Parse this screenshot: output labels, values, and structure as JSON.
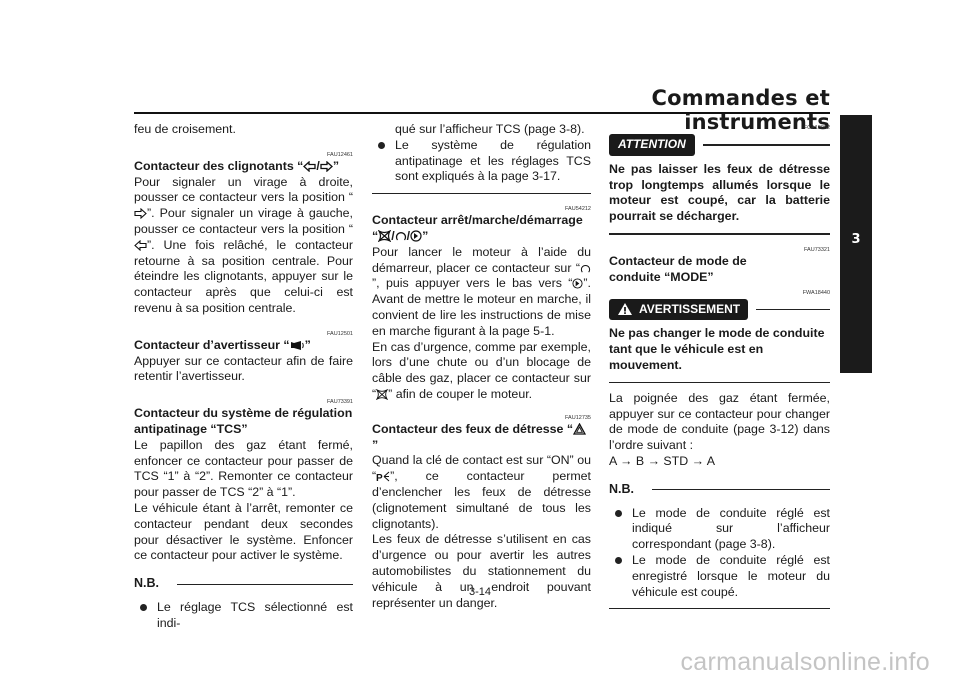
{
  "header": {
    "title": "Commandes et instruments",
    "chapter_tab": "3"
  },
  "col1": {
    "intro": "feu de croisement.",
    "s1": {
      "code": "FAU12461",
      "title_pre": "Contacteur des clignotants “",
      "title_post": "”",
      "body_a": "Pour signaler un virage à droite, pousser ce contacteur vers la position “",
      "body_b": "”. Pour signaler un virage à gauche, pousser ce contacteur vers la position “",
      "body_c": "”. Une fois relâché, le contacteur retourne à sa position centrale. Pour éteindre les clignotants, appuyer sur le contacteur après que celui-ci est revenu à sa position centrale."
    },
    "s2": {
      "code": "FAU12501",
      "title_pre": "Contacteur d’avertisseur “",
      "title_post": "”",
      "body": "Appuyer sur ce contacteur afin de faire retentir l’avertisseur."
    },
    "s3": {
      "code": "FAU73391",
      "title": "Contacteur du système de régulation antipatinage “TCS”",
      "body1": "Le papillon des gaz étant fermé, enfoncer ce contacteur pour passer de TCS “1” à “2”. Remonter ce contacteur pour passer de TCS “2” à “1”.",
      "body2": "Le véhicule étant à l’arrêt, remonter ce contacteur pendant deux secondes pour désactiver le système. Enfoncer ce contacteur pour activer le système."
    },
    "nb_label": "N.B.",
    "nb_item1": "Le réglage TCS sélectionné est indi-"
  },
  "col2": {
    "cont1": "qué sur l’afficheur TCS (page 3-8).",
    "bullet2": "Le système de régulation antipatinage et les réglages TCS sont expliqués à la page 3-17.",
    "s4": {
      "code": "FAU54212",
      "title": "Contacteur arrêt/marche/démarrage",
      "body_a": "Pour lancer le moteur à l’aide du démarreur, placer ce contacteur sur “",
      "body_b": "”, puis appuyer vers le bas vers “",
      "body_c": "”. Avant de mettre le moteur en marche, il convient de lire les instructions de mise en marche figurant à la page 5-1.",
      "body2_a": "En cas d’urgence, comme par exemple, lors d’une chute ou d’un blocage de câble des gaz, placer ce contacteur sur “",
      "body2_b": "” afin de couper le moteur."
    },
    "s5": {
      "code": "FAU12735",
      "title_pre": "Contacteur des feux de détresse “",
      "title_post": "”",
      "body_a": "Quand la clé de contact est sur “ON” ou “",
      "body_b": "”, ce contacteur permet d’enclencher les feux de détresse (clignotement simultané de tous les clignotants).",
      "body2": "Les feux de détresse s’utilisent en cas d’urgence ou pour avertir les autres automobilistes du stationnement du véhicule à un endroit pouvant représenter un danger."
    }
  },
  "col3": {
    "att_code": "FCA10062",
    "att_label": "ATTENTION",
    "att_text": "Ne pas laisser les feux de détresse trop longtemps allumés lorsque le moteur est coupé, car la batterie pourrait se décharger.",
    "s6": {
      "code": "FAU73321",
      "title": "Contacteur de mode de conduite “MODE”"
    },
    "warn_code": "FWA18440",
    "warn_label": "AVERTISSEMENT",
    "warn_text": "Ne pas changer le mode de conduite tant que le véhicule est en mouvement.",
    "body": "La poignée des gaz étant fermée, appuyer sur ce contacteur pour changer de mode de conduite (page 3-12) dans l’ordre suivant :",
    "sequence": "A → B → STD → A",
    "nb_label": "N.B.",
    "nb_item1": "Le mode de conduite réglé est indiqué sur l’afficheur correspondant (page 3-8).",
    "nb_item2": "Le mode de conduite réglé est enregistré lorsque le moteur du véhicule est coupé."
  },
  "footer": {
    "page_number": "3-14",
    "watermark": "carmanualsonline.info"
  },
  "icons": [
    "turn-left-arrow-icon",
    "turn-right-arrow-icon",
    "horn-icon",
    "engine-stop-icon",
    "engine-run-icon",
    "start-icon",
    "hazard-triangle-icon",
    "parking-icon",
    "warning-triangle-icon"
  ]
}
